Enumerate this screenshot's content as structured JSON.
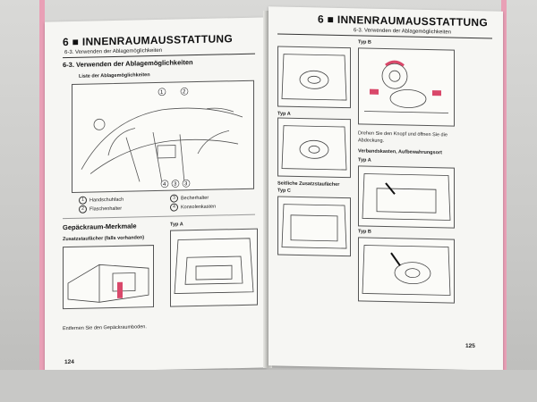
{
  "left": {
    "chapter": "6",
    "chapter_title": "INNENRAUMAUSSTATTUNG",
    "subtitle": "6-3.  Verwenden der Ablagemöglichkeiten",
    "section_heading": "6-3.  Verwenden der Ablagemöglichkeiten",
    "list_title": "Liste der Ablagemöglichkeiten",
    "legend": [
      {
        "num": "1",
        "label": "Handschuhfach"
      },
      {
        "num": "2",
        "label": "Flaschenhalter"
      },
      {
        "num": "3",
        "label": "Becherhalter"
      },
      {
        "num": "4",
        "label": "Konsolenkasten"
      }
    ],
    "luggage_heading": "Gepäckraum-Merkmale",
    "extra_tray": "Zusatzstaufächer (falls vorhanden)",
    "type_a": "Typ A",
    "remove_floor": "Entfernen Sie den Gepäckraumboden.",
    "page_number": "124"
  },
  "right": {
    "chapter": "6",
    "chapter_title": "INNENRAUMAUSSTATTUNG",
    "subtitle": "6-3.  Verwenden der Ablagemöglichkeiten",
    "type_b": "Typ B",
    "type_a": "Typ A",
    "type_label_c": "Typ C",
    "extra_trays": "Seitliche Zusatzstaufächer",
    "turn_knob": "Drehen Sie den Knopf und öffnen Sie die Abdeckung.",
    "side_boxes": "Verbandskasten, Aufbewahrungsort",
    "type_a2": "Typ A",
    "type_b2": "Typ B",
    "page_number": "125"
  }
}
